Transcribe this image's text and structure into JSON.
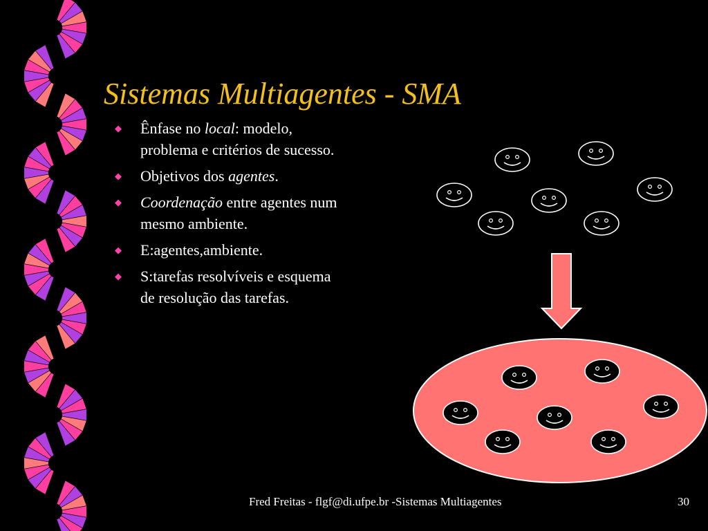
{
  "slide": {
    "title": "Sistemas Multiagentes - SMA",
    "bullets": [
      {
        "segments": [
          {
            "text": "Ênfase no ",
            "italic": false
          },
          {
            "text": "local",
            "italic": true
          },
          {
            "text": ": modelo,",
            "italic": false
          },
          {
            "text": "problema e critérios de sucesso.",
            "italic": false,
            "break_before": true
          }
        ]
      },
      {
        "segments": [
          {
            "text": "Objetivos dos ",
            "italic": false
          },
          {
            "text": "agentes",
            "italic": true
          },
          {
            "text": ".",
            "italic": false
          }
        ]
      },
      {
        "segments": [
          {
            "text": "Coordenação",
            "italic": true
          },
          {
            "text": " entre agentes num",
            "italic": false
          },
          {
            "text": "mesmo ambiente.",
            "italic": false,
            "break_before": true
          }
        ]
      },
      {
        "segments": [
          {
            "text": "E:agentes,ambiente.",
            "italic": false
          }
        ]
      },
      {
        "segments": [
          {
            "text": "S:tarefas resolvíveis e esquema",
            "italic": false
          },
          {
            "text": "de resolução das tarefas.",
            "italic": false,
            "break_before": true
          }
        ]
      }
    ],
    "bullet_icon": "diamond-bullet",
    "footer": "Fred Freitas - flgf@di.ufpe.br -Sistemas Multiagentes",
    "page_number": "30"
  },
  "diagram": {
    "top_group_agent_count": 7,
    "bottom_group_agent_count": 7,
    "agent_icon": "smiley-face",
    "arrow_icon": "down-arrow",
    "group_icon": "ellipse-environment"
  },
  "colors": {
    "background": "#000000",
    "title": "#f2c01e",
    "text": "#ffffff",
    "bullet": "#ff44aa",
    "accent_fill": "#ff7373",
    "ribbon_pink": "#ff3fa0",
    "ribbon_purple": "#b040e0",
    "ribbon_salmon": "#ff7a7a"
  }
}
